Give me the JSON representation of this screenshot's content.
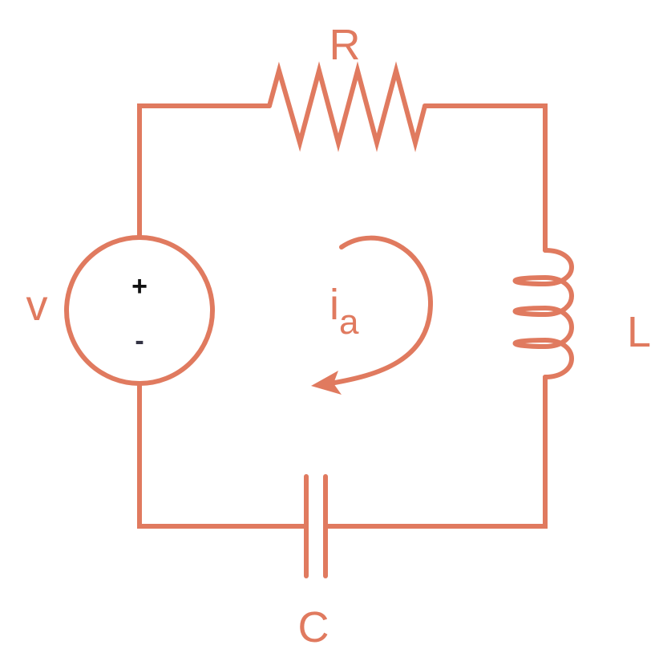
{
  "labels": {
    "resistor": "R",
    "inductor": "L",
    "capacitor": "C",
    "source": "v",
    "current_main": "i",
    "current_sub": "a",
    "plus": "+",
    "minus": "-"
  },
  "colors": {
    "circuit": "#e07a5f",
    "polarity": "#111111",
    "minus": "#333344",
    "background": "#ffffff"
  }
}
